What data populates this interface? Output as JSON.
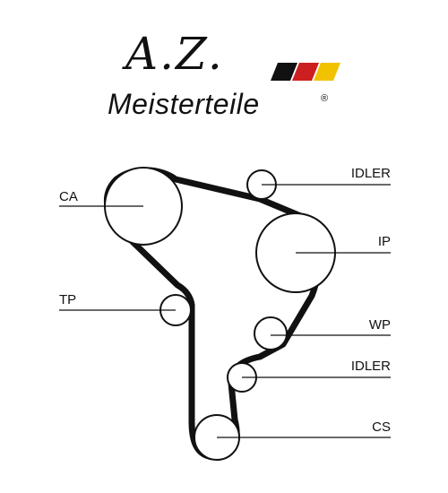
{
  "logo": {
    "script_text": "A.Z.",
    "brand_name": "Meisterteile",
    "registered_mark": "®",
    "flag_colors": [
      "#111111",
      "#cc1f1f",
      "#f2c200"
    ]
  },
  "diagram": {
    "labels": {
      "ca": "CA",
      "tp": "TP",
      "idler_top": "IDLER",
      "ip": "IP",
      "wp": "WP",
      "idler_bottom": "IDLER",
      "cs": "CS"
    },
    "colors": {
      "belt": "#111111",
      "stroke": "#111111"
    }
  }
}
